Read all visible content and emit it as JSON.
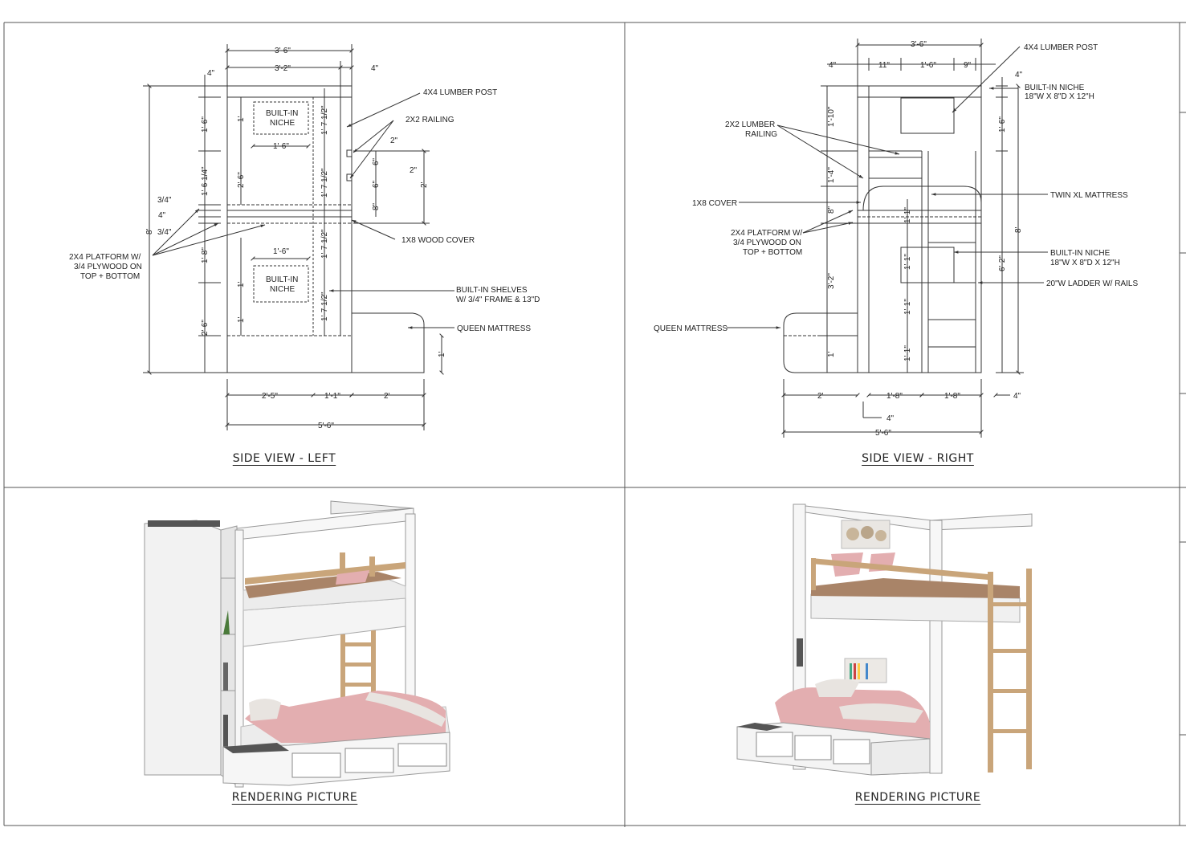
{
  "panels": {
    "left_title": "SIDE VIEW - LEFT",
    "right_title": "SIDE VIEW - RIGHT",
    "render_left_title": "RENDERING PICTURE",
    "render_right_title": "RENDERING PICTURE"
  },
  "left_view": {
    "dims": {
      "w1": "3'-6\"",
      "w2": "3'-2\"",
      "w3": "4\"",
      "w4": "4\"",
      "h_total": "8'",
      "h1": "1'-6\"",
      "h2": "1'-6 1/4\"",
      "h3": "3/4\"",
      "h4": "4\"",
      "h5": "3/4\"",
      "h6": "1'-8\"",
      "h7": "2'-6\"",
      "niche_h": "1'",
      "niche_w": "1'-6\"",
      "mid_h": "2'-6\"",
      "low_h1": "1'",
      "low_h2": "1'",
      "niche2_w": "1'-6\"",
      "shelf1": "1'-7 1/2\"",
      "shelf2": "1'-7 1/2\"",
      "shelf3": "1'-7 1/2\"",
      "shelf4": "1'-7 1/2\"",
      "rail1": "2\"",
      "rail2": "2\"",
      "rail3": "6\"",
      "rail4": "6\"",
      "rail5": "8\"",
      "rail_h": "2'",
      "b1": "2'-5\"",
      "b2": "1'-1\"",
      "b3": "2'",
      "b_total": "5'-6\"",
      "mat_h": "1'"
    },
    "niche_label": "BUILT-IN\nNICHE",
    "niche_line1": "BUILT-IN",
    "niche_line2": "NICHE",
    "callouts": {
      "post": "4X4 LUMBER POST",
      "railing": "2X2 RAILING",
      "cover": "1X8 WOOD COVER",
      "shelves1": "BUILT-IN SHELVES",
      "shelves2": "W/ 3/4\" FRAME & 13\"D",
      "mattress": "QUEEN MATTRESS",
      "platform1": "2X4 PLATFORM W/",
      "platform2": "3/4 PLYWOOD ON",
      "platform3": "TOP + BOTTOM"
    }
  },
  "right_view": {
    "dims": {
      "w_total": "3'-6\"",
      "a": "4\"",
      "b": "11\"",
      "c": "1'-6\"",
      "d": "9\"",
      "e": "4\"",
      "h1": "1'-10\"",
      "h2": "1'-4\"",
      "h3": "8\"",
      "h4": "3'-2\"",
      "h5": "1'",
      "r1": "1'-6\"",
      "r_total": "8'",
      "r2": "6'-2\"",
      "l1": "1'-1\"",
      "l2": "1'-1\"",
      "l3": "1'-1\"",
      "l4": "1'-1\"",
      "b1": "2'",
      "b2": "1'-8\"",
      "b3": "1'-8\"",
      "b4": "4\"",
      "b5": "4\"",
      "b_total": "5'-6\""
    },
    "callouts": {
      "post": "4X4 LUMBER POST",
      "niche1a": "BUILT-IN NICHE",
      "niche1b": "18\"W X 8\"D X 12\"H",
      "railing1": "2X2 LUMBER",
      "railing2": "RAILING",
      "twin": "TWIN XL MATTRESS",
      "cover": "1X8 COVER",
      "platform1": "2X4 PLATFORM W/",
      "platform2": "3/4 PLYWOOD ON",
      "platform3": "TOP + BOTTOM",
      "niche2a": "BUILT-IN NICHE",
      "niche2b": "18\"W X 8\"D X 12\"H",
      "ladder": "20\"W LADDER W/ RAILS",
      "queen": "QUEEN MATTRESS"
    }
  },
  "colors": {
    "line": "#333333",
    "wood": "#c8a67a",
    "pink": "#e3aeb0",
    "frame": "#f4f4f4"
  }
}
